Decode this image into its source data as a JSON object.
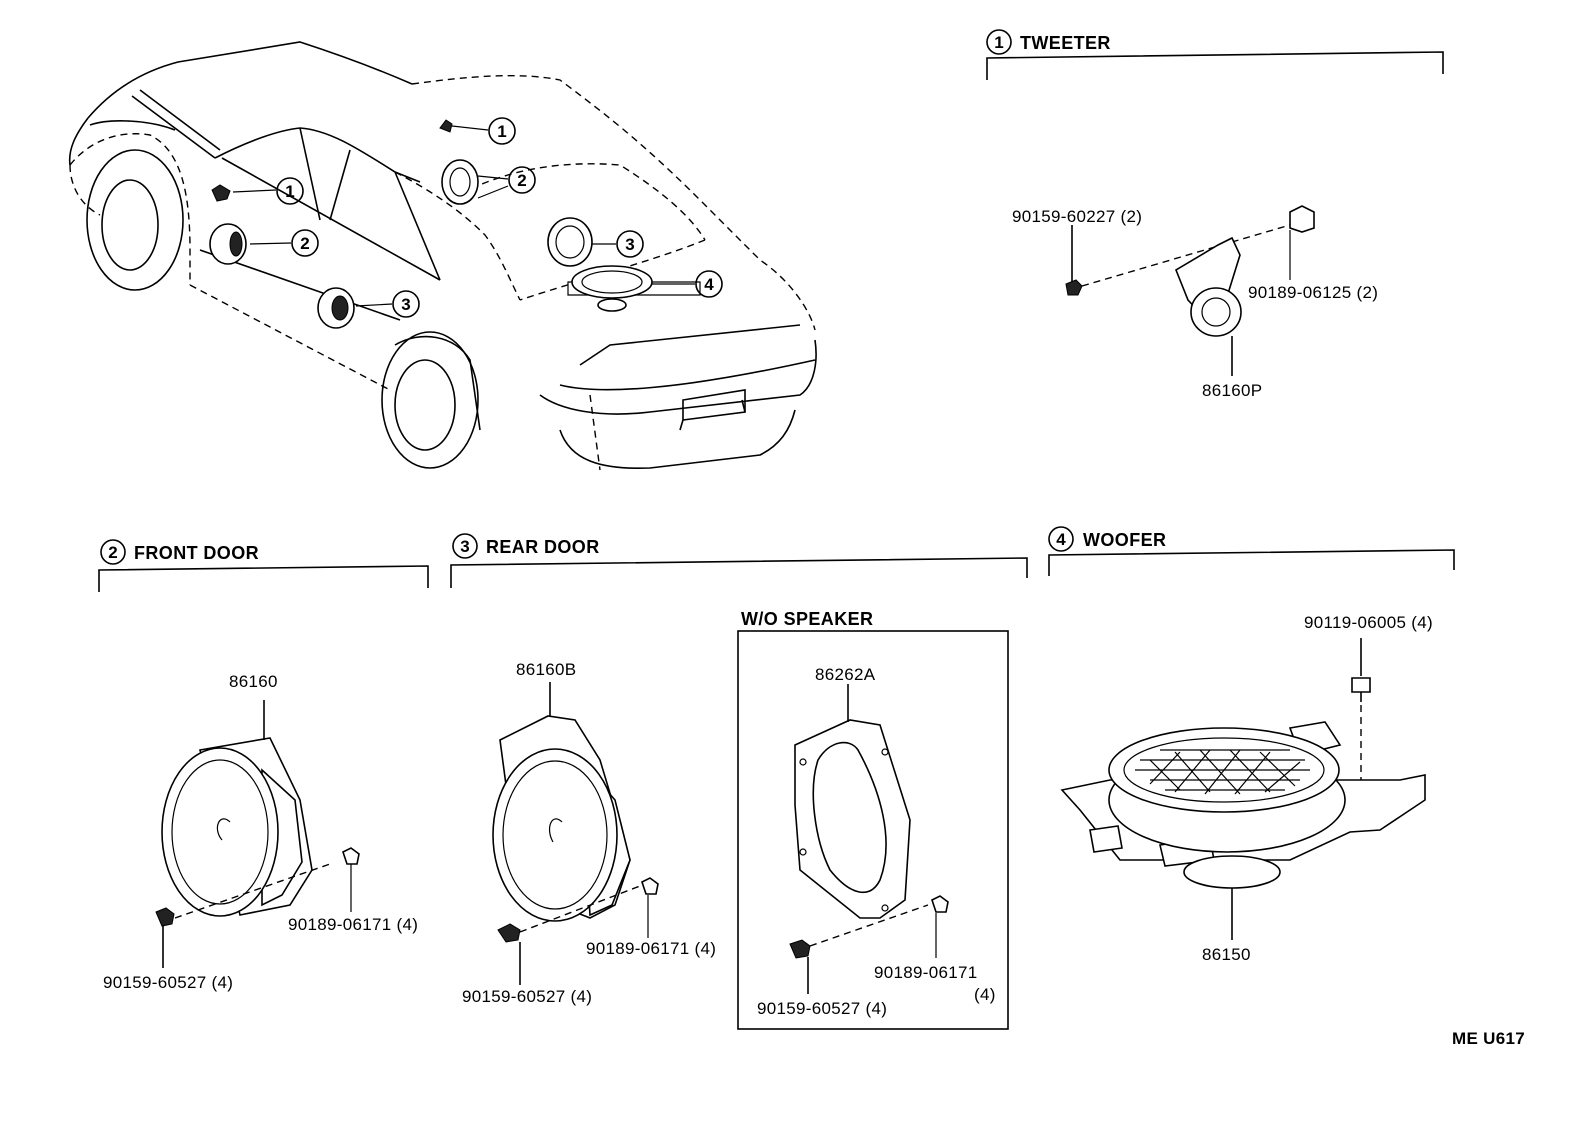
{
  "sections": {
    "tweeter": {
      "num": "1",
      "title": "TWEETER"
    },
    "front_door": {
      "num": "2",
      "title": "FRONT DOOR"
    },
    "rear_door": {
      "num": "3",
      "title": "REAR DOOR"
    },
    "woofer": {
      "num": "4",
      "title": "WOOFER"
    }
  },
  "car_callouts": [
    "1",
    "2",
    "3",
    "1",
    "2",
    "3",
    "4"
  ],
  "parts": {
    "tweeter": {
      "screw": "90159-60227 (2)",
      "nut": "90189-06125 (2)",
      "unit": "86160P"
    },
    "front_door": {
      "unit": "86160",
      "nut": "90189-06171 (4)",
      "screw": "90159-60527 (4)"
    },
    "rear_door": {
      "unit": "86160B",
      "nut": "90189-06171 (4)",
      "screw": "90159-60527 (4)"
    },
    "wo_speaker": {
      "title": "W/O SPEAKER",
      "unit": "86262A",
      "nut_line1": "90189-06171",
      "nut_line2": "(4)",
      "screw": "90159-60527 (4)"
    },
    "woofer": {
      "bolt": "90119-06005 (4)",
      "unit": "86150"
    }
  },
  "figure_code": "ME U617"
}
